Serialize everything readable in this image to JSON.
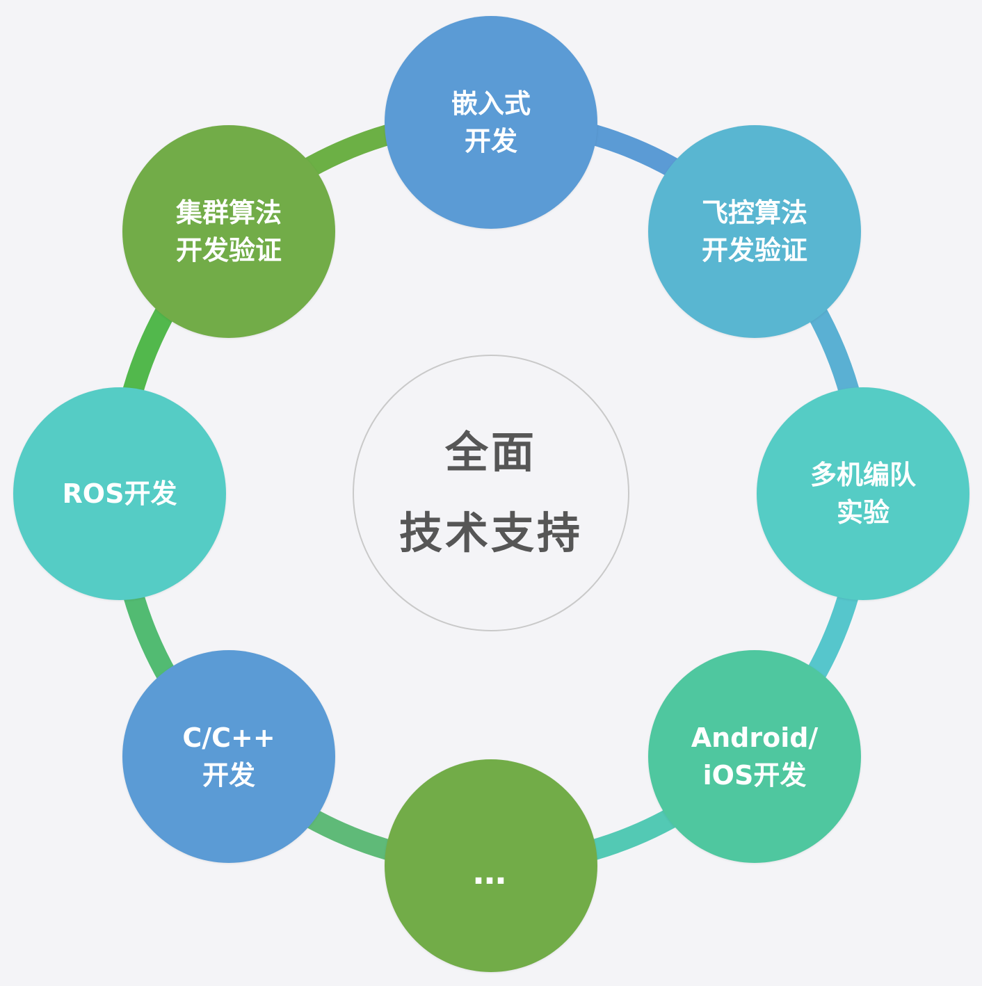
{
  "center": {
    "line1": "全面",
    "line2": "技术支持"
  },
  "colors": {
    "background": "#f4f4f7",
    "blue": "#5b9bd5",
    "sky": "#59b6d1",
    "teal": "#55ccc5",
    "mint": "#4fc79f",
    "green": "#72ac48",
    "ring_green": "#52b84c"
  },
  "nodes": [
    {
      "id": "embedded",
      "lines": [
        "嵌入式",
        "开发"
      ],
      "color": "#5b9bd5"
    },
    {
      "id": "flight-control",
      "lines": [
        "飞控算法",
        "开发验证"
      ],
      "color": "#59b6d1"
    },
    {
      "id": "formation",
      "lines": [
        "多机编队",
        "实验"
      ],
      "color": "#55ccc5"
    },
    {
      "id": "android-ios",
      "lines": [
        "Android/",
        "iOS开发"
      ],
      "color": "#4fc79f"
    },
    {
      "id": "more",
      "lines": [
        "…"
      ],
      "color": "#72ac48"
    },
    {
      "id": "cpp",
      "lines": [
        "C/C++",
        "开发"
      ],
      "color": "#5b9bd5"
    },
    {
      "id": "ros",
      "lines": [
        "ROS开发"
      ],
      "color": "#55ccc5"
    },
    {
      "id": "swarm",
      "lines": [
        "集群算法",
        "开发验证"
      ],
      "color": "#72ac48"
    }
  ],
  "ring_segments": [
    "#5b9bd5",
    "#5ab0d3",
    "#56c6cc",
    "#53c9b4",
    "#5fba78",
    "#52bb72",
    "#52b84c",
    "#6cb045"
  ]
}
